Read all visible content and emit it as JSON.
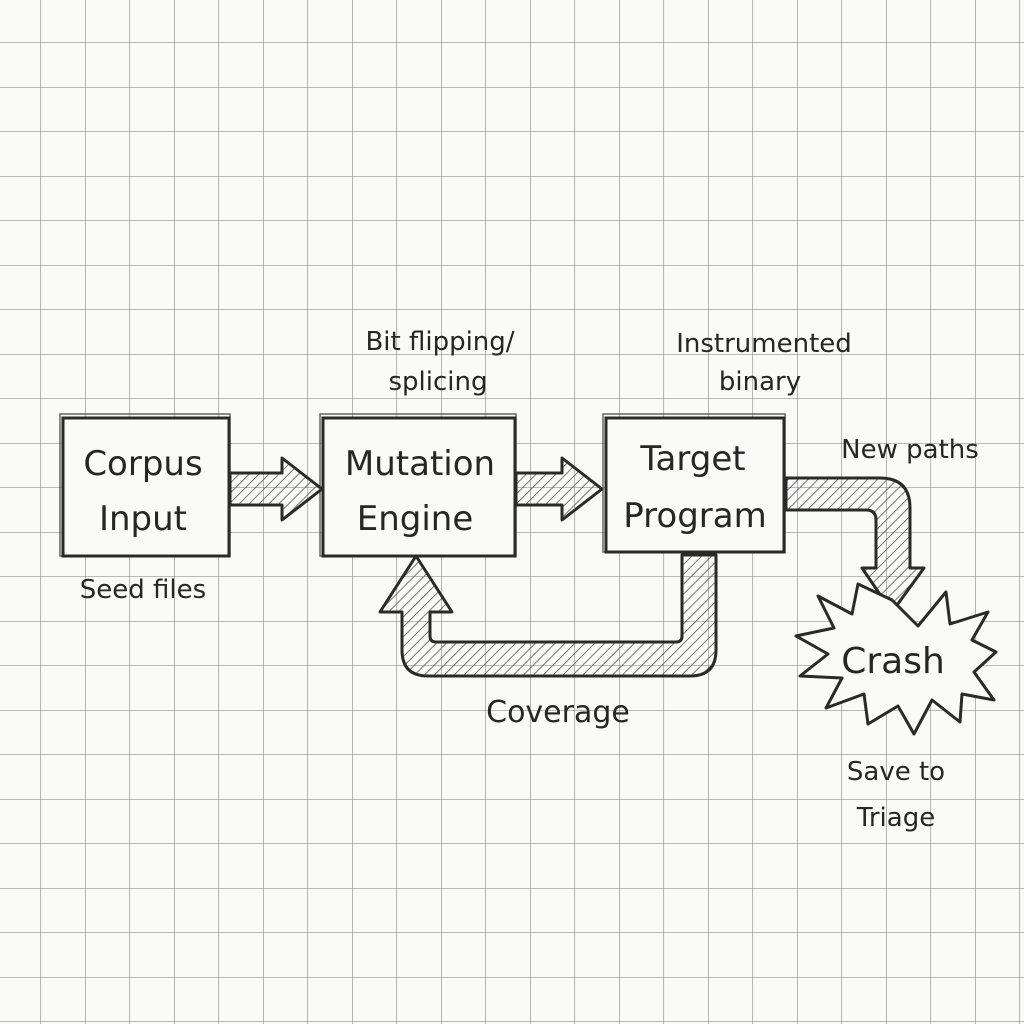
{
  "nodes": {
    "corpus": {
      "line1": "Corpus",
      "line2": "Input"
    },
    "mutation": {
      "line1": "Mutation",
      "line2": "Engine"
    },
    "target": {
      "line1": "Target",
      "line2": "Program"
    },
    "crash": {
      "label": "Crash"
    }
  },
  "annotations": {
    "seed_files": "Seed files",
    "bit_flipping_1": "Bit flipping/",
    "bit_flipping_2": "splicing",
    "instrumented_1": "Instrumented",
    "instrumented_2": "binary",
    "new_paths": "New paths",
    "coverage": "Coverage",
    "save_to_1": "Save to",
    "save_to_2": "Triage"
  }
}
